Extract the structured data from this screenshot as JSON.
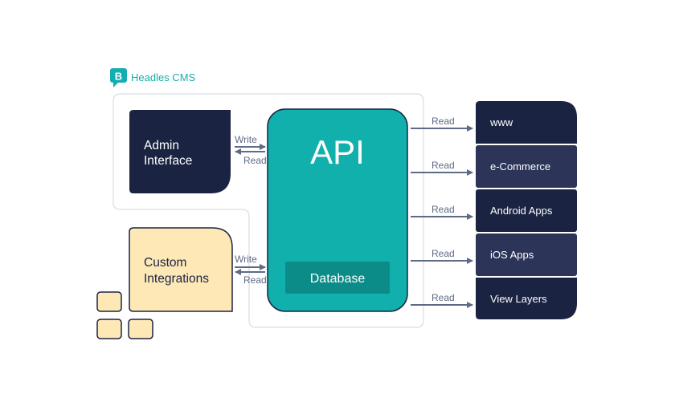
{
  "brand": {
    "name": "Headles CMS",
    "logo_letter": "B",
    "color": "#14aeb1"
  },
  "left_nodes": {
    "admin": {
      "line1": "Admin",
      "line2": "Interface"
    },
    "custom": {
      "line1": "Custom",
      "line2": "Integrations"
    }
  },
  "center": {
    "title": "API",
    "database": "Database"
  },
  "edges_left": {
    "admin_write": "Write",
    "admin_read": "Read",
    "custom_write": "Write",
    "custom_read": "Read"
  },
  "outputs": [
    {
      "label": "www",
      "edge": "Read"
    },
    {
      "label": "e-Commerce",
      "edge": "Read"
    },
    {
      "label": "Android Apps",
      "edge": "Read"
    },
    {
      "label": "iOS Apps",
      "edge": "Read"
    },
    {
      "label": "View Layers",
      "edge": "Read"
    }
  ],
  "colors": {
    "navy": "#1b2342",
    "navy_light": "#2c3558",
    "teal": "#12b0ad",
    "teal_dark": "#0b8c88",
    "cream": "#fde8b6",
    "edge": "#5d6b85",
    "frame": "#dfe3e8"
  }
}
